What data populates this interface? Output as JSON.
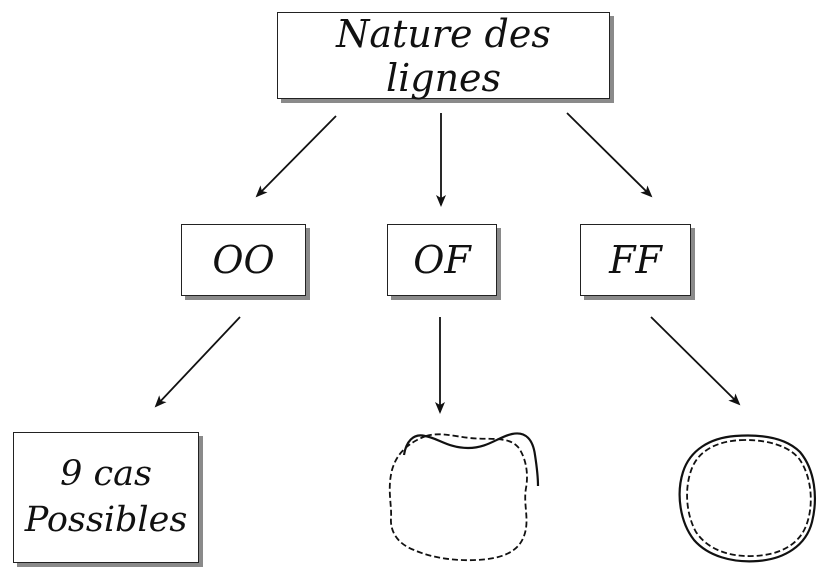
{
  "diagram": {
    "root": {
      "label": "Nature des lignes"
    },
    "branches": [
      {
        "id": "oo",
        "label": "OO"
      },
      {
        "id": "of",
        "label": "OF"
      },
      {
        "id": "ff",
        "label": "FF"
      }
    ],
    "outcomes": {
      "oo": {
        "line1": "9 cas",
        "line2": "Possibles"
      }
    },
    "colors": {
      "line": "#111111",
      "shadow": "#8a8a8a"
    }
  }
}
